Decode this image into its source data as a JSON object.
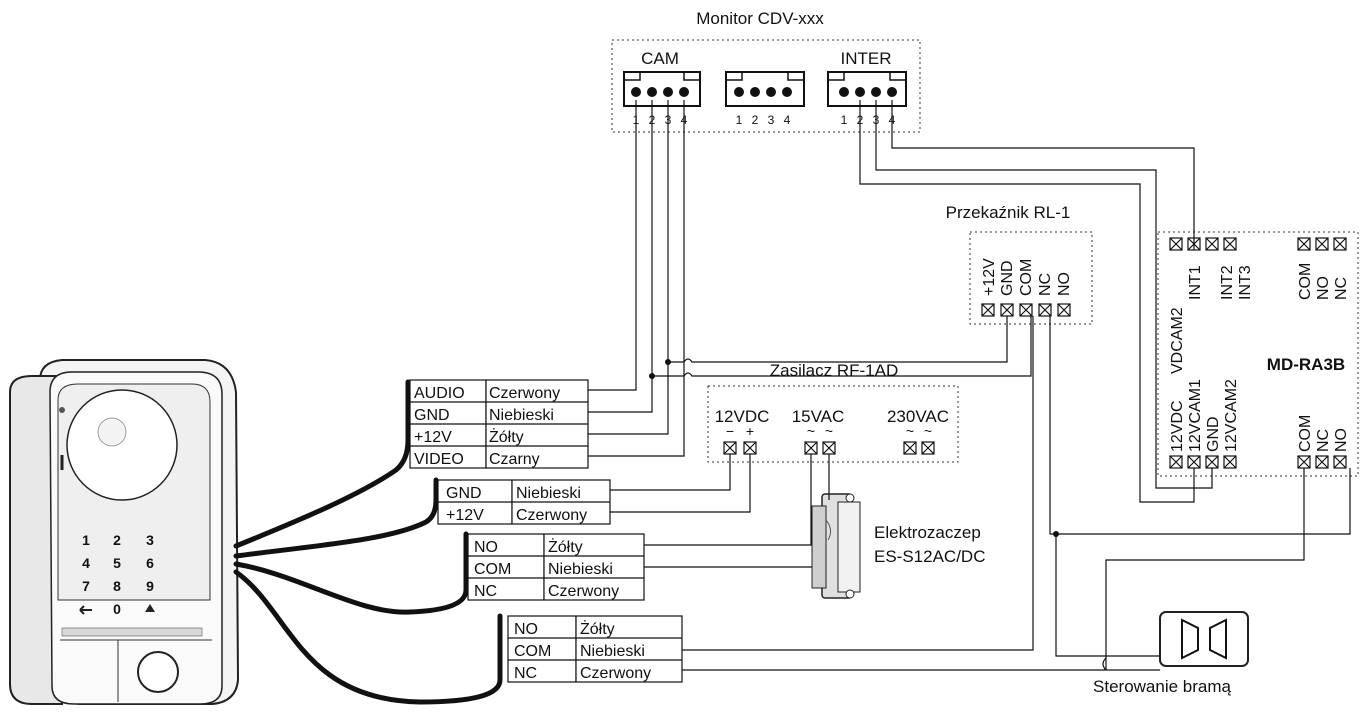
{
  "monitor": {
    "title": "Monitor CDV-xxx",
    "cam_label": "CAM",
    "inter_label": "INTER",
    "pins": [
      "1",
      "2",
      "3",
      "4"
    ]
  },
  "relay": {
    "title": "Przekaźnik RL-1",
    "terminals": [
      "+12V",
      "GND",
      "COM",
      "NC",
      "NO"
    ]
  },
  "power_supply": {
    "title": "Zasilacz RF-1AD",
    "out_dc": "12VDC",
    "out_ac": "15VAC",
    "in_ac": "230VAC",
    "minus": "−",
    "plus": "+",
    "tilde": "~"
  },
  "md_module": {
    "title": "MD-RA3B",
    "top_terminals": [
      "VDCAM2",
      "INT1",
      "INT2",
      "INT3",
      "COM",
      "NO",
      "NC"
    ],
    "bottom_terminals": [
      "12VDC",
      "12VCAM1",
      "GND",
      "12VCAM2",
      "COM",
      "NC",
      "NO"
    ]
  },
  "cable_video": [
    {
      "signal": "AUDIO",
      "color": "Czerwony"
    },
    {
      "signal": "GND",
      "color": "Niebieski"
    },
    {
      "signal": "+12V",
      "color": "Żółty"
    },
    {
      "signal": "VIDEO",
      "color": "Czarny"
    }
  ],
  "cable_power": [
    {
      "signal": "GND",
      "color": "Niebieski"
    },
    {
      "signal": "+12V",
      "color": "Czerwony"
    }
  ],
  "cable_relay1": [
    {
      "signal": "NO",
      "color": "Żółty"
    },
    {
      "signal": "COM",
      "color": "Niebieski"
    },
    {
      "signal": "NC",
      "color": "Czerwony"
    }
  ],
  "cable_relay2": [
    {
      "signal": "NO",
      "color": "Żółty"
    },
    {
      "signal": "COM",
      "color": "Niebieski"
    },
    {
      "signal": "NC",
      "color": "Czerwony"
    }
  ],
  "strike": {
    "name": "Elektrozaczep",
    "model": "ES-S12AC/DC"
  },
  "gate": {
    "label": "Sterowanie bramą"
  },
  "keypad": {
    "keys": [
      "1",
      "2",
      "3",
      "4",
      "5",
      "6",
      "7",
      "8",
      "9",
      "0"
    ]
  }
}
